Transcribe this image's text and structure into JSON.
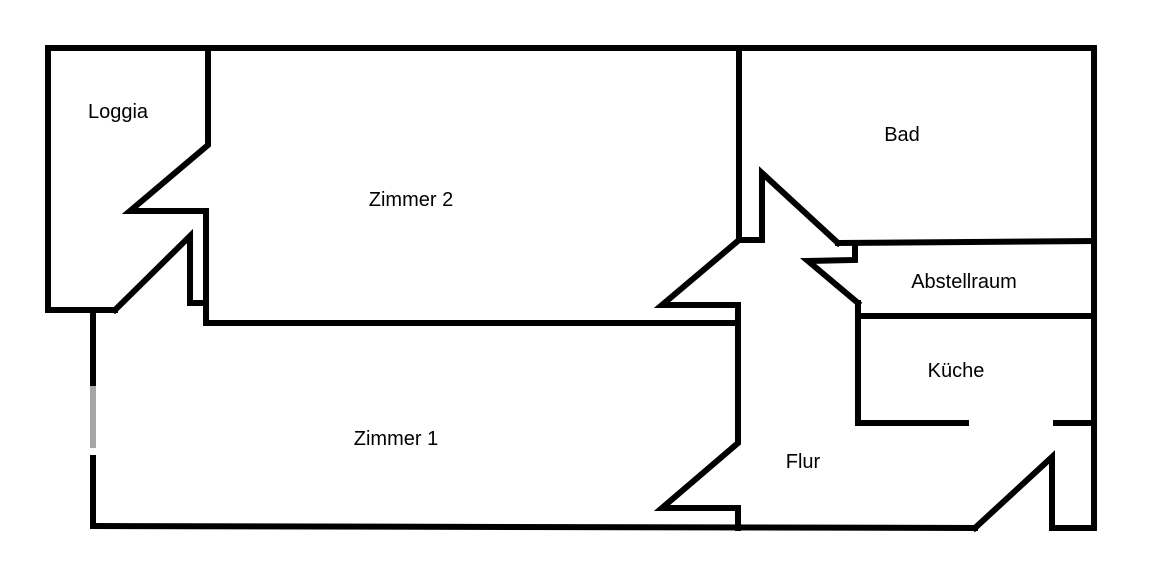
{
  "plan": {
    "wall_color": "#000000",
    "window_color": "#a6a6a6",
    "rooms": [
      {
        "id": "loggia",
        "label": "Loggia"
      },
      {
        "id": "zimmer2",
        "label": "Zimmer 2"
      },
      {
        "id": "bad",
        "label": "Bad"
      },
      {
        "id": "abstellraum",
        "label": "Abstellraum"
      },
      {
        "id": "kueche",
        "label": "Küche"
      },
      {
        "id": "zimmer1",
        "label": "Zimmer 1"
      },
      {
        "id": "flur",
        "label": "Flur"
      }
    ]
  }
}
